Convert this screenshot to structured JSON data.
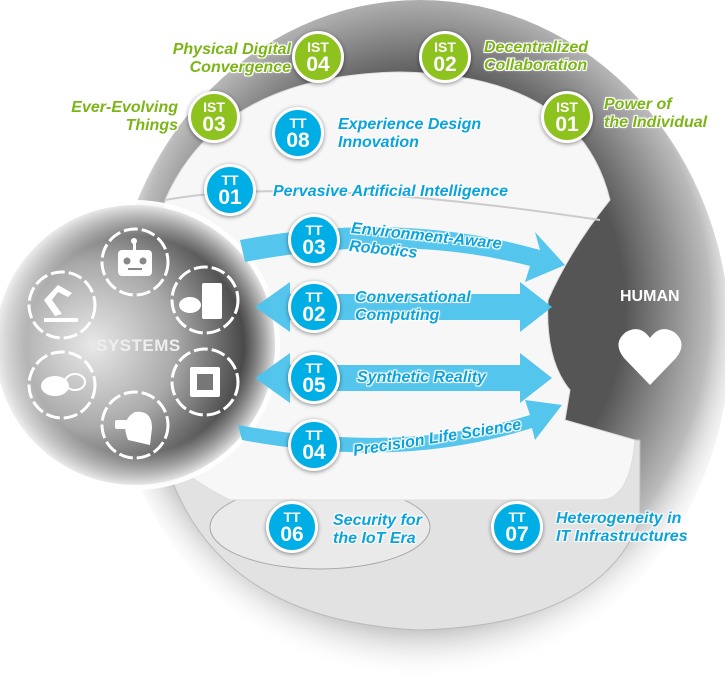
{
  "colors": {
    "ist": "#8dc21f",
    "tt": "#00aee6",
    "arrow": "#4cc3ec"
  },
  "ist": [
    {
      "code": "IST",
      "num": "04",
      "label1": "Physical Digital",
      "label2": "Convergence"
    },
    {
      "code": "IST",
      "num": "02",
      "label1": "Decentralized",
      "label2": "Collaboration"
    },
    {
      "code": "IST",
      "num": "03",
      "label1": "Ever-Evolving",
      "label2": "Things"
    },
    {
      "code": "IST",
      "num": "01",
      "label1": "Power of",
      "label2": "the Individual"
    }
  ],
  "tt": [
    {
      "code": "TT",
      "num": "08",
      "label1": "Experience Design",
      "label2": "Innovation"
    },
    {
      "code": "TT",
      "num": "01",
      "label1": "Pervasive Artificial Intelligence"
    },
    {
      "code": "TT",
      "num": "03",
      "label1": "Environment-Aware",
      "label2": "Robotics"
    },
    {
      "code": "TT",
      "num": "02",
      "label1": "Conversational",
      "label2": "Computing"
    },
    {
      "code": "TT",
      "num": "05",
      "label1": "Synthetic Reality"
    },
    {
      "code": "TT",
      "num": "04",
      "label1": "Precision Life Science"
    },
    {
      "code": "TT",
      "num": "06",
      "label1": "Security for",
      "label2": "the IoT Era"
    },
    {
      "code": "TT",
      "num": "07",
      "label1": "Heterogeneity in",
      "label2": "IT Infrastructures"
    }
  ],
  "systems_label": "SYSTEMS",
  "human_label": "HUMAN",
  "icons": [
    "robot-icon",
    "robot-arm-icon",
    "smart-fridge-icon",
    "chat-bubbles-icon",
    "chip-icon",
    "vr-headset-icon",
    "heart-icon"
  ]
}
